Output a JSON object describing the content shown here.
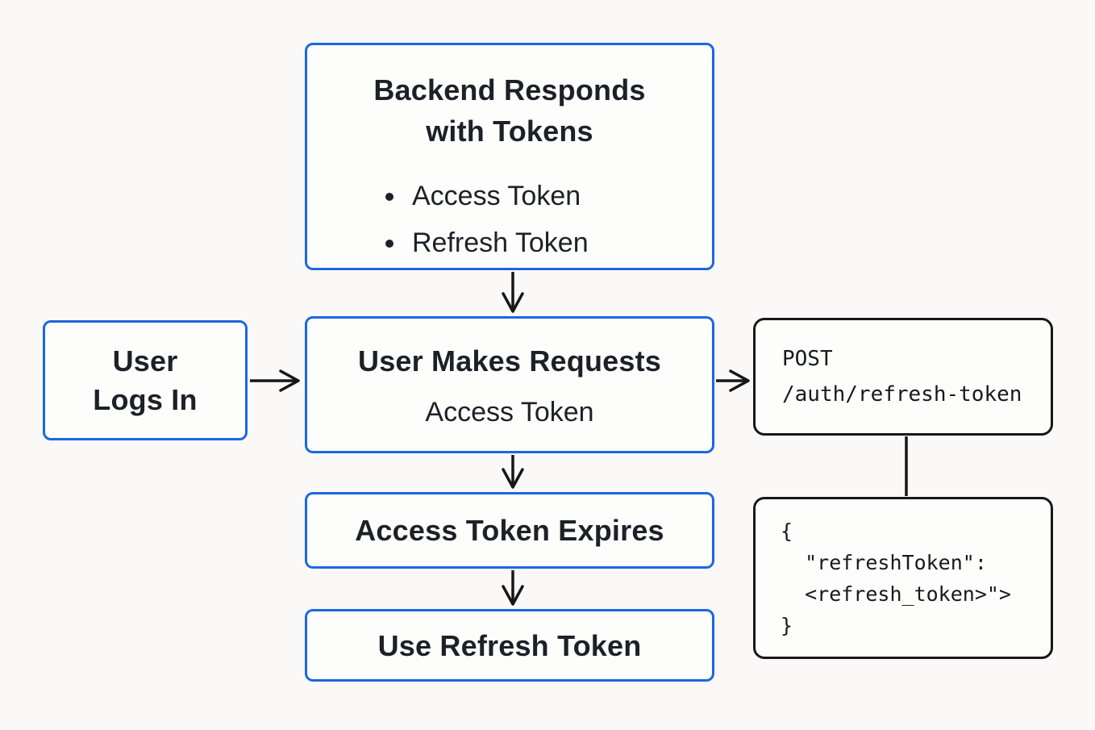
{
  "diagram_title": "token-refresh-auth-flow",
  "colors": {
    "background": "#faf9f7",
    "box_fill": "#fdfdfc",
    "blue_border": "#1b68e0",
    "black_border": "#17181b",
    "arrow": "#15171a",
    "text": "#1c2127"
  },
  "nodes": {
    "backend_responds": {
      "title_line1": "Backend Responds",
      "title_line2": "with Tokens",
      "bullets": [
        "Access Token",
        "Refresh Token"
      ]
    },
    "user_logs_in": {
      "line1": "User",
      "line2": "Logs In"
    },
    "user_makes_requests": {
      "title": "User Makes Requests",
      "subtitle": "Access Token"
    },
    "post_endpoint": {
      "line1": "POST",
      "line2": "/auth/refresh-token"
    },
    "access_token_expires": {
      "label": "Access Token Expires"
    },
    "use_refresh_token": {
      "label": "Use Refresh Token"
    },
    "refresh_payload": {
      "lines": [
        "{",
        "  \"refreshToken\":",
        "  <refresh_token>\">",
        "}"
      ]
    }
  }
}
